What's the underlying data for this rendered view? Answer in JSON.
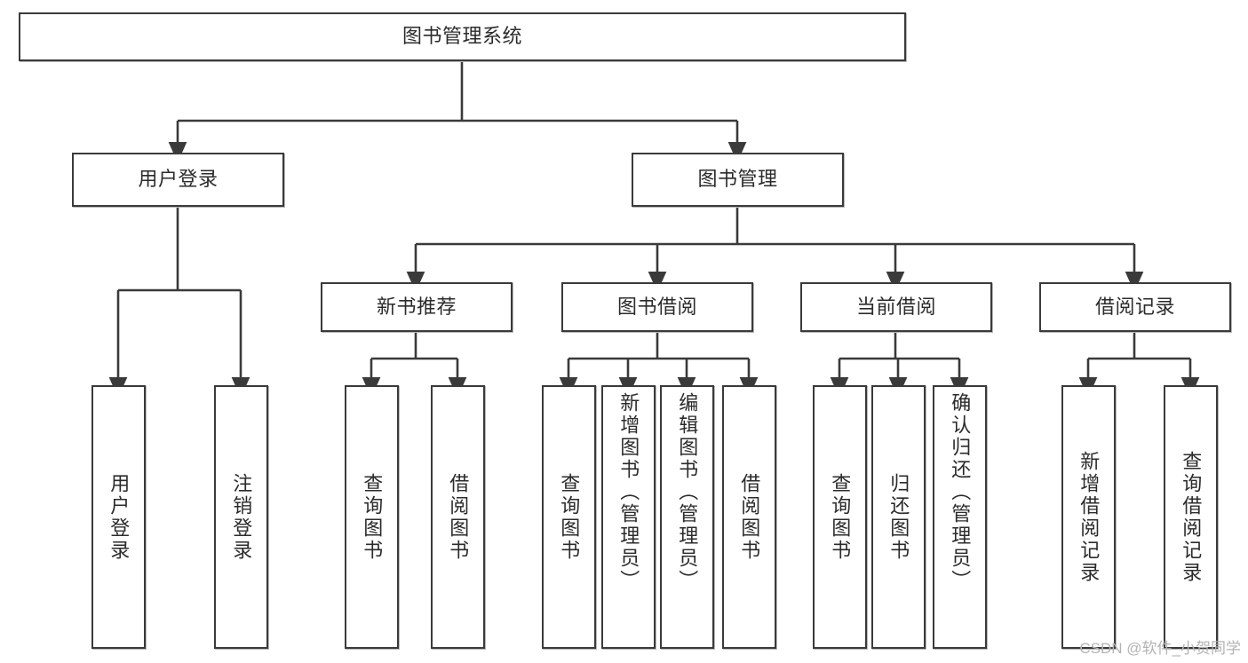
{
  "diagram": {
    "type": "tree-hierarchy-flowchart",
    "title": "图书管理系统",
    "watermark": "CSDN @软件_小贺同学",
    "colors": {
      "box_border": "#3a3a3a",
      "box_fill": "#ffffff",
      "connector": "#3a3a3a",
      "text": "#2b2b2b",
      "watermark": "#b3b3b3",
      "background": "#ffffff"
    },
    "levels": [
      {
        "level": 1,
        "nodes": [
          {
            "id": "root",
            "label": "图书管理系统",
            "orientation": "horizontal"
          }
        ]
      },
      {
        "level": 2,
        "nodes": [
          {
            "id": "user-login",
            "label": "用户登录",
            "orientation": "horizontal",
            "parent": "root"
          },
          {
            "id": "book-manage",
            "label": "图书管理",
            "orientation": "horizontal",
            "parent": "root"
          }
        ]
      },
      {
        "level": 3,
        "nodes": [
          {
            "id": "new-book-recommend",
            "label": "新书推荐",
            "orientation": "horizontal",
            "parent": "book-manage"
          },
          {
            "id": "book-borrow",
            "label": "图书借阅",
            "orientation": "horizontal",
            "parent": "book-manage"
          },
          {
            "id": "current-borrow",
            "label": "当前借阅",
            "orientation": "horizontal",
            "parent": "book-manage"
          },
          {
            "id": "borrow-record",
            "label": "借阅记录",
            "orientation": "horizontal",
            "parent": "book-manage"
          }
        ]
      },
      {
        "level": 4,
        "nodes": [
          {
            "id": "leaf-user-login",
            "label": "用户登录",
            "orientation": "vertical",
            "parent": "user-login"
          },
          {
            "id": "leaf-logout",
            "label": "注销登录",
            "orientation": "vertical",
            "parent": "user-login"
          },
          {
            "id": "leaf-query-book-1",
            "label": "查询图书",
            "orientation": "vertical",
            "parent": "new-book-recommend"
          },
          {
            "id": "leaf-borrow-book-1",
            "label": "借阅图书",
            "orientation": "vertical",
            "parent": "new-book-recommend"
          },
          {
            "id": "leaf-query-book-2",
            "label": "查询图书",
            "orientation": "vertical",
            "parent": "book-borrow"
          },
          {
            "id": "leaf-add-book",
            "label": "新增图书（管理员）",
            "orientation": "vertical",
            "parent": "book-borrow"
          },
          {
            "id": "leaf-edit-book",
            "label": "编辑图书（管理员）",
            "orientation": "vertical",
            "parent": "book-borrow"
          },
          {
            "id": "leaf-borrow-book-2",
            "label": "借阅图书",
            "orientation": "vertical",
            "parent": "book-borrow"
          },
          {
            "id": "leaf-query-book-3",
            "label": "查询图书",
            "orientation": "vertical",
            "parent": "current-borrow"
          },
          {
            "id": "leaf-return-book",
            "label": "归还图书",
            "orientation": "vertical",
            "parent": "current-borrow"
          },
          {
            "id": "leaf-confirm-return",
            "label": "确认归还（管理员）",
            "orientation": "vertical",
            "parent": "current-borrow"
          },
          {
            "id": "leaf-add-record",
            "label": "新增借阅记录",
            "orientation": "vertical",
            "parent": "borrow-record"
          },
          {
            "id": "leaf-query-record",
            "label": "查询借阅记录",
            "orientation": "vertical",
            "parent": "borrow-record"
          }
        ]
      }
    ]
  }
}
